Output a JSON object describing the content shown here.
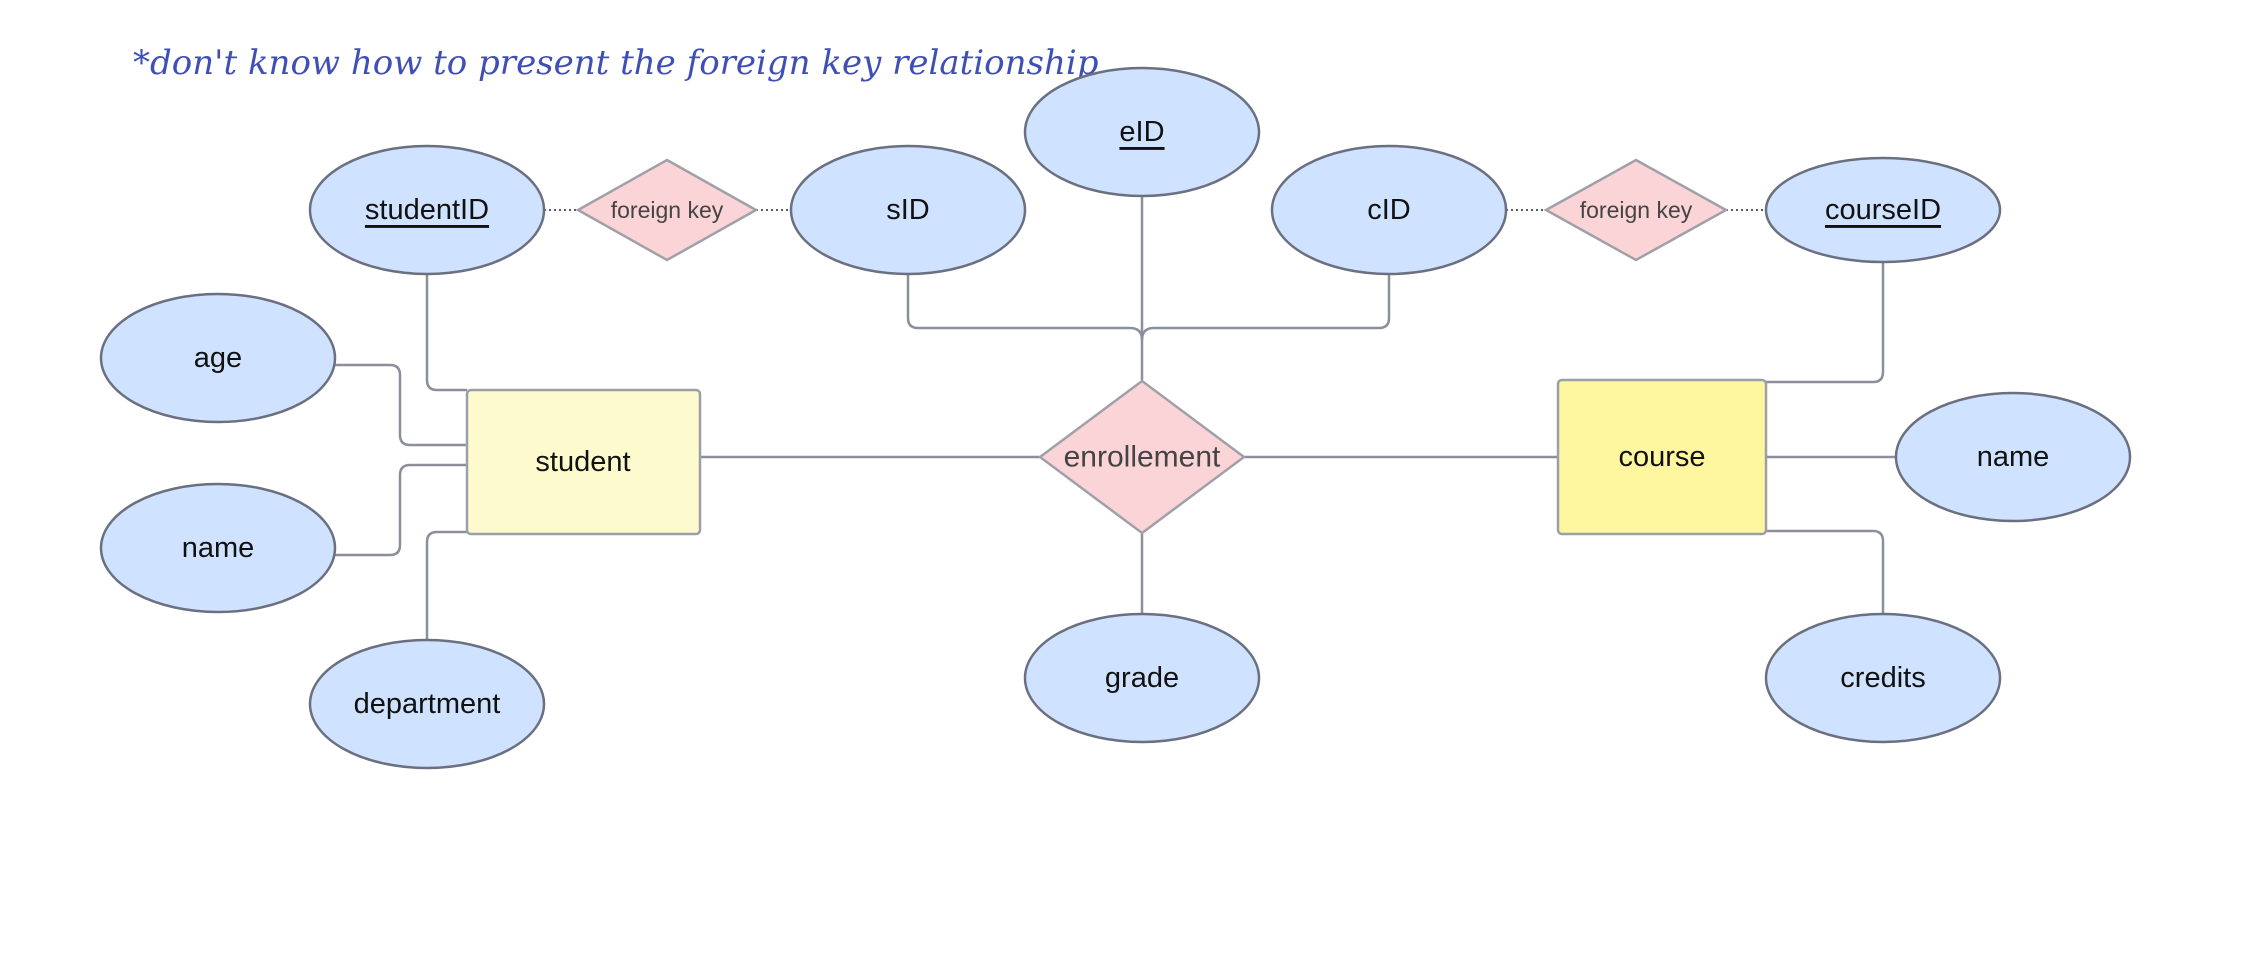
{
  "note": "*don't know how to present the foreign key relationship",
  "entities": {
    "student": "student",
    "course": "course"
  },
  "relationships": {
    "enrollment": "enrollement",
    "fk_student": "foreign key",
    "fk_course": "foreign key"
  },
  "attributes": {
    "student_id": "studentID",
    "student_age": "age",
    "student_name": "name",
    "student_department": "department",
    "enroll_sid": "sID",
    "enroll_eid": "eID",
    "enroll_cid": "cID",
    "enroll_grade": "grade",
    "course_id": "courseID",
    "course_name": "name",
    "course_credits": "credits"
  },
  "colors": {
    "attribute_fill": "#cfe2ff",
    "student_fill": "#fdfbcd",
    "course_fill": "#fff7a0",
    "relationship_fill": "#fbd4d8",
    "note_text": "#3f4fb5"
  }
}
